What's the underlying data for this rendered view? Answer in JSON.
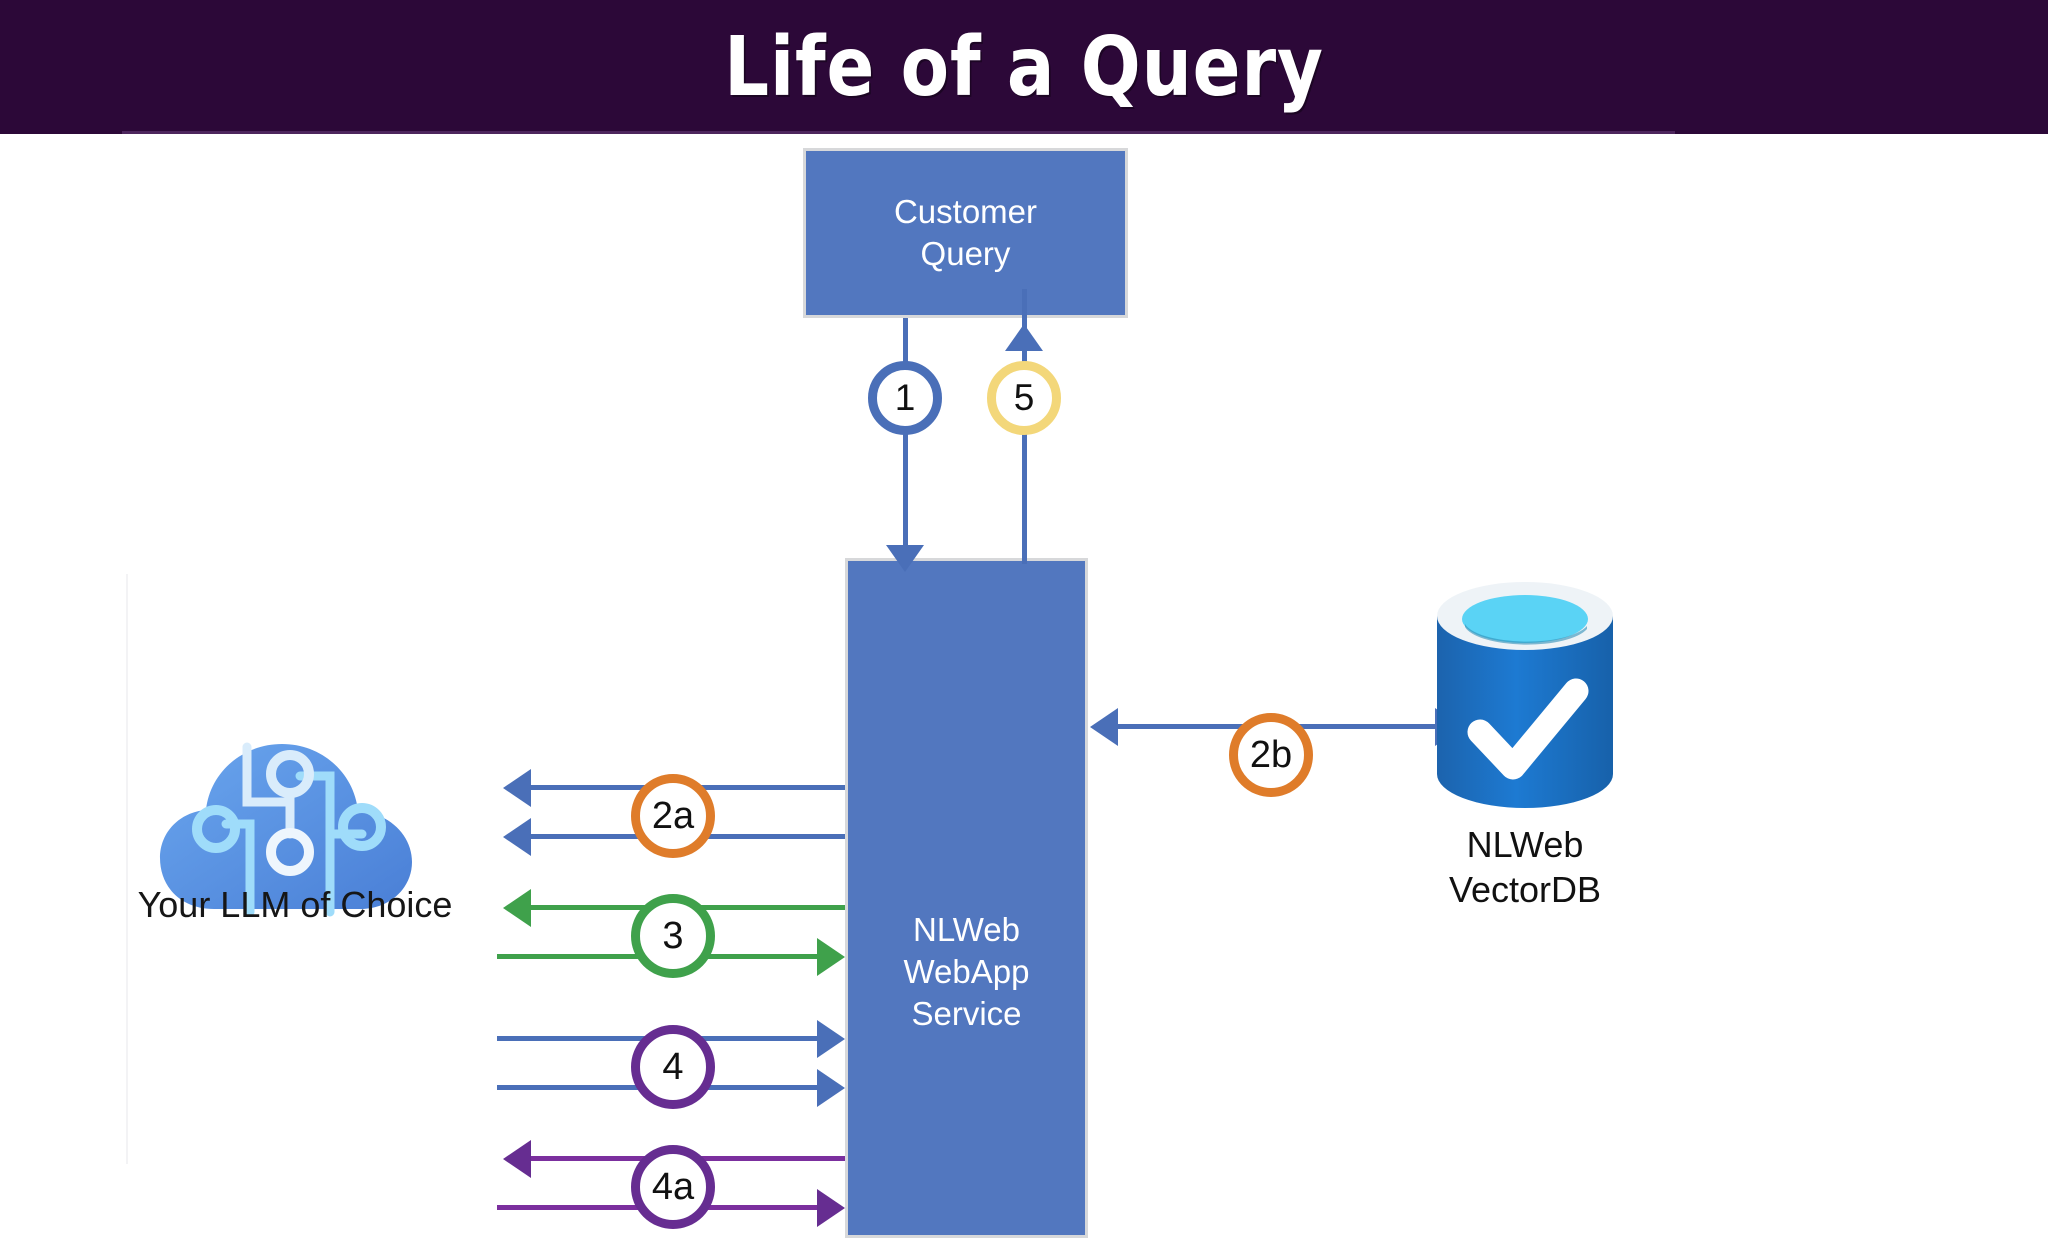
{
  "title": "Life of a Query",
  "colors": {
    "banner": "#2c0838",
    "box_fill": "#5277bf",
    "box_border": "#d7d8da",
    "blue_arrow": "#4a6fb8",
    "green_arrow": "#3fa14b",
    "purple_arrow": "#7b2f9e",
    "badge_blue": "#4a6fb8",
    "badge_yellow": "#f3d77a",
    "badge_orange": "#df7c2a",
    "badge_green": "#3fa14b",
    "badge_purple": "#662d91",
    "db_body": "#1b72c6",
    "db_top": "#5ad3f5",
    "cloud": "#5d9ce8"
  },
  "nodes": {
    "customer_query": {
      "label_line1": "Customer",
      "label_line2": "Query"
    },
    "service": {
      "label_line1": "NLWeb",
      "label_line2": "WebApp",
      "label_line3": "Service"
    },
    "llm": {
      "label": "Your LLM of Choice",
      "icon": "cloud-circuit-icon"
    },
    "vector_db": {
      "label_line1": "NLWeb",
      "label_line2": "VectorDB",
      "icon": "database-check-icon"
    }
  },
  "steps": [
    {
      "id": "1",
      "label": "1",
      "color": "#4a6fb8",
      "from": "customer_query",
      "to": "service",
      "direction": "down"
    },
    {
      "id": "2a",
      "label": "2a",
      "color": "#df7c2a",
      "from": "service",
      "to": "llm",
      "direction": "left-left"
    },
    {
      "id": "2b",
      "label": "2b",
      "color": "#df7c2a",
      "from": "service",
      "to": "vector_db",
      "direction": "bidirectional"
    },
    {
      "id": "3",
      "label": "3",
      "color": "#3fa14b",
      "from": "service",
      "to": "llm",
      "direction": "left-right"
    },
    {
      "id": "4",
      "label": "4",
      "color": "#662d91",
      "from": "llm",
      "to": "service",
      "direction": "right-right"
    },
    {
      "id": "4a",
      "label": "4a",
      "color": "#662d91",
      "from": "service",
      "to": "llm",
      "direction": "left-right"
    },
    {
      "id": "5",
      "label": "5",
      "color": "#f3d77a",
      "from": "service",
      "to": "customer_query",
      "direction": "up"
    }
  ]
}
